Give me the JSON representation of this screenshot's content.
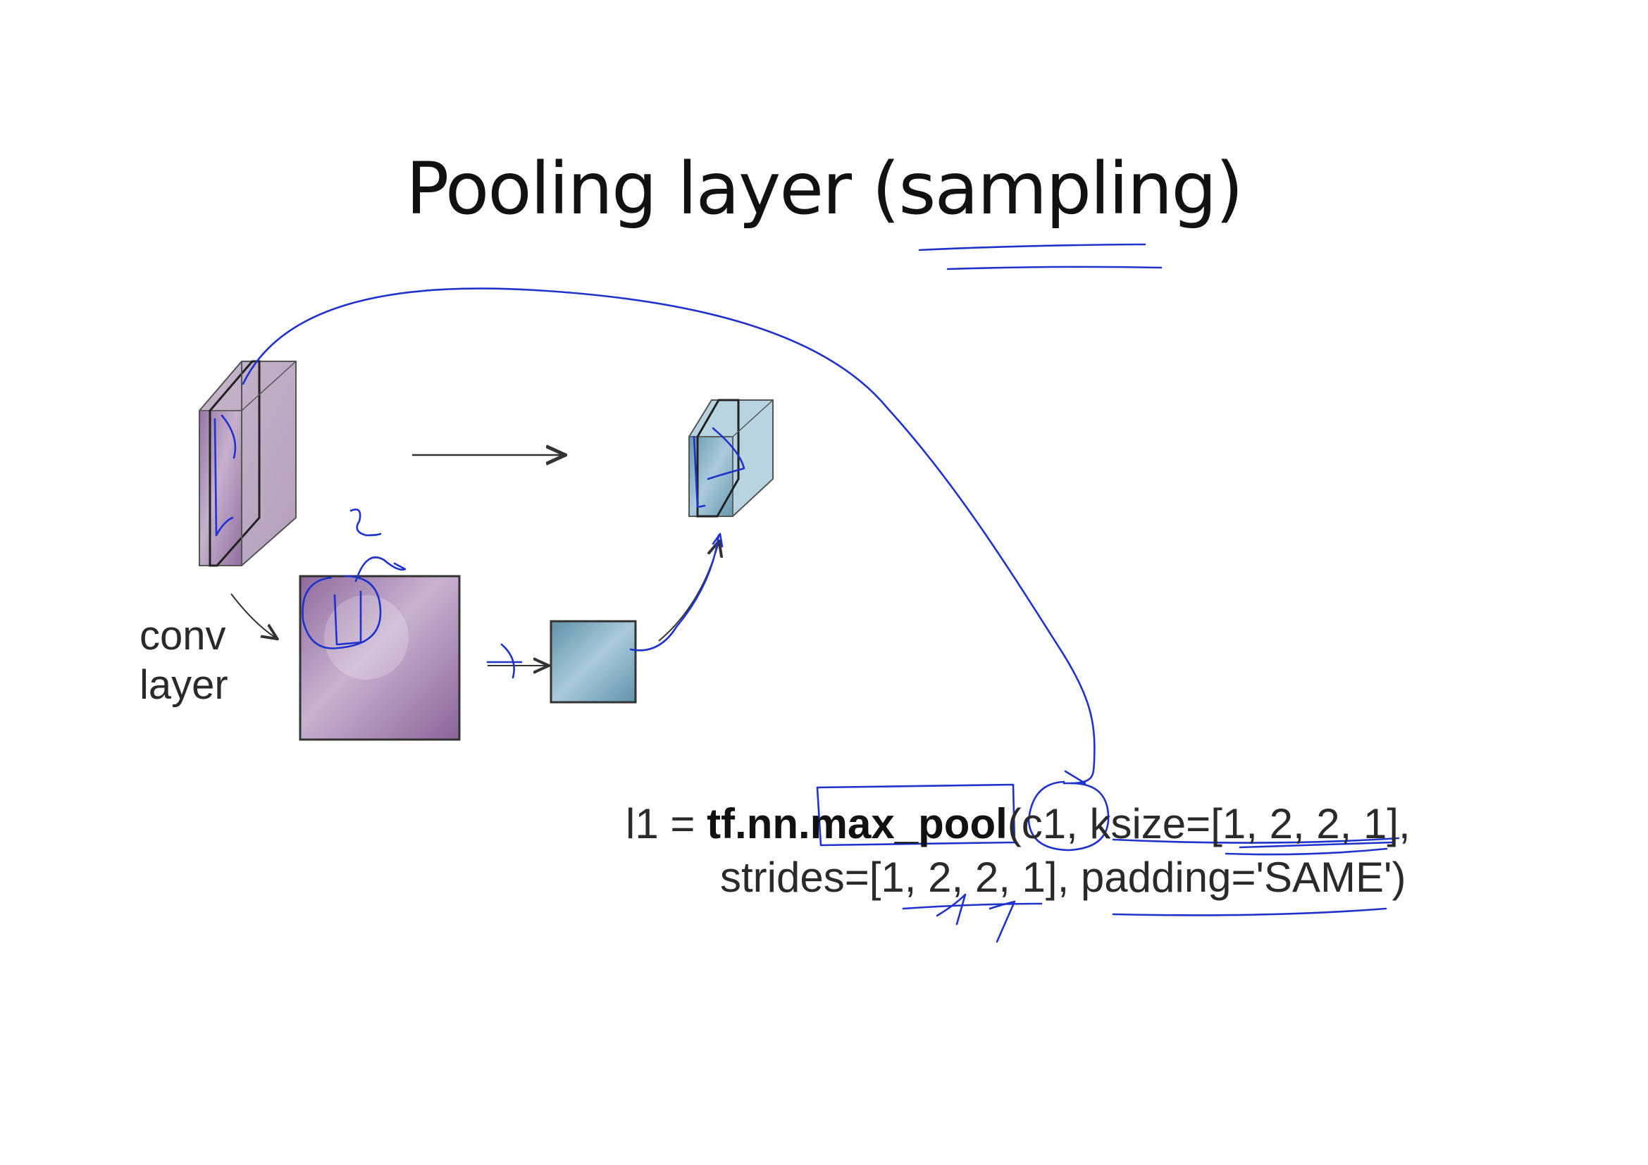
{
  "slide": {
    "title": "Pooling layer (sampling)",
    "conv_label_line1": "conv",
    "conv_label_line2": "layer",
    "code": {
      "line1_prefix": "l1 = ",
      "line1_func": "tf.nn.max_pool",
      "line1_args": "(c1, ksize=[1, 2, 2, 1],",
      "line2": "strides=[1, 2, 2, 1], padding='SAME')"
    },
    "annotations": {
      "pool_size_mark": "2"
    }
  },
  "colors": {
    "ink": "#1f33cc",
    "purple_fill": "#9a76a8",
    "purple_light": "#c9b3cf",
    "blue_fill": "#6f9fb6",
    "blue_light": "#a9c9d8",
    "outline": "#333333"
  }
}
